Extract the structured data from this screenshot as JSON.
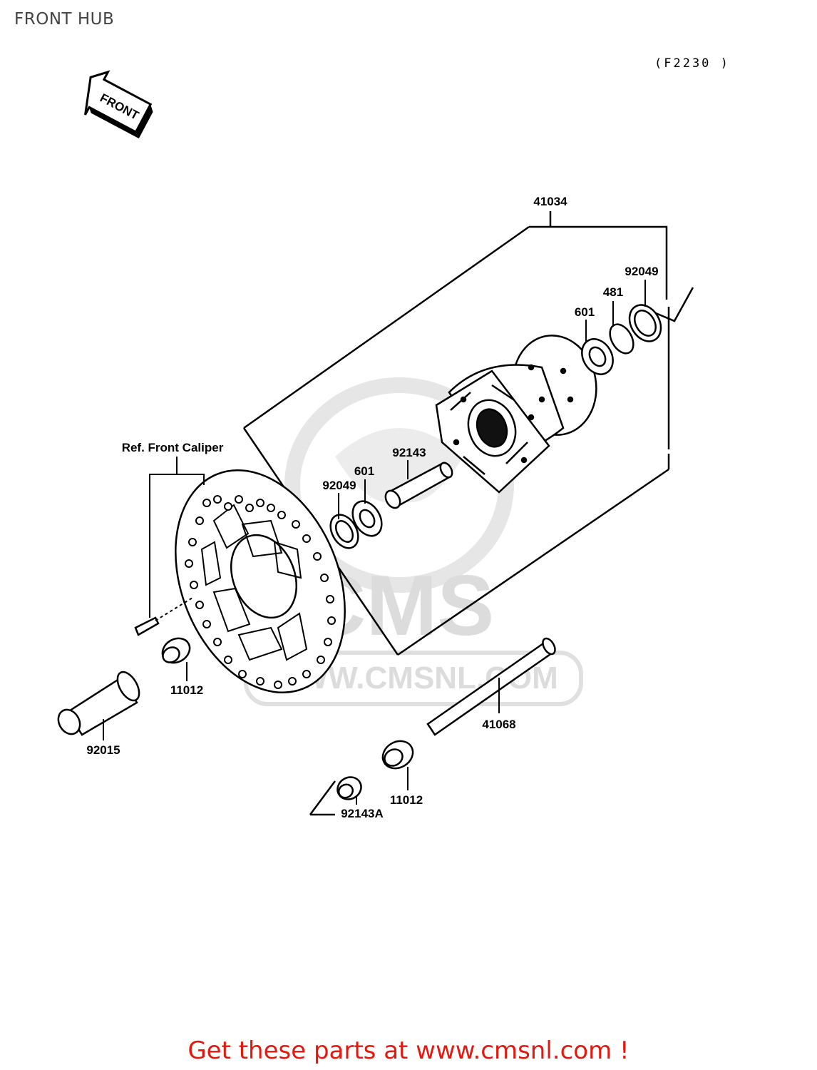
{
  "title": "FRONT HUB",
  "figure_code": "(F2230 )",
  "front_arrow_label": "FRONT",
  "watermark": {
    "brand": "CMS",
    "url": "WWW.CMSNL.COM"
  },
  "parts": [
    {
      "number": "41034"
    },
    {
      "number": "92049"
    },
    {
      "number": "481"
    },
    {
      "number": "601"
    },
    {
      "number": "92143"
    },
    {
      "number": "601"
    },
    {
      "number": "92049"
    },
    {
      "number": "Ref. Front Caliper"
    },
    {
      "number": "11012"
    },
    {
      "number": "92015"
    },
    {
      "number": "41068"
    },
    {
      "number": "11012"
    },
    {
      "number": "92143A"
    }
  ],
  "footer": {
    "text": "Get these parts at www.cmsnl.com !",
    "accent": "#e3190f"
  }
}
